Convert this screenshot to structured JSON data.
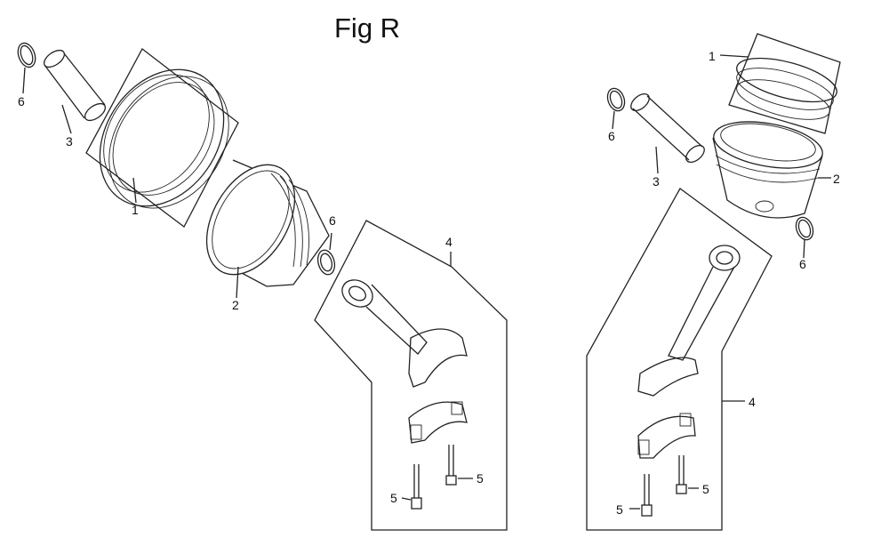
{
  "title": "Fig R",
  "left_assembly": {
    "callouts": [
      "6",
      "3",
      "1",
      "2",
      "6",
      "4",
      "5",
      "5"
    ]
  },
  "right_assembly": {
    "callouts": [
      "1",
      "6",
      "3",
      "2",
      "6",
      "4",
      "5",
      "5"
    ]
  }
}
